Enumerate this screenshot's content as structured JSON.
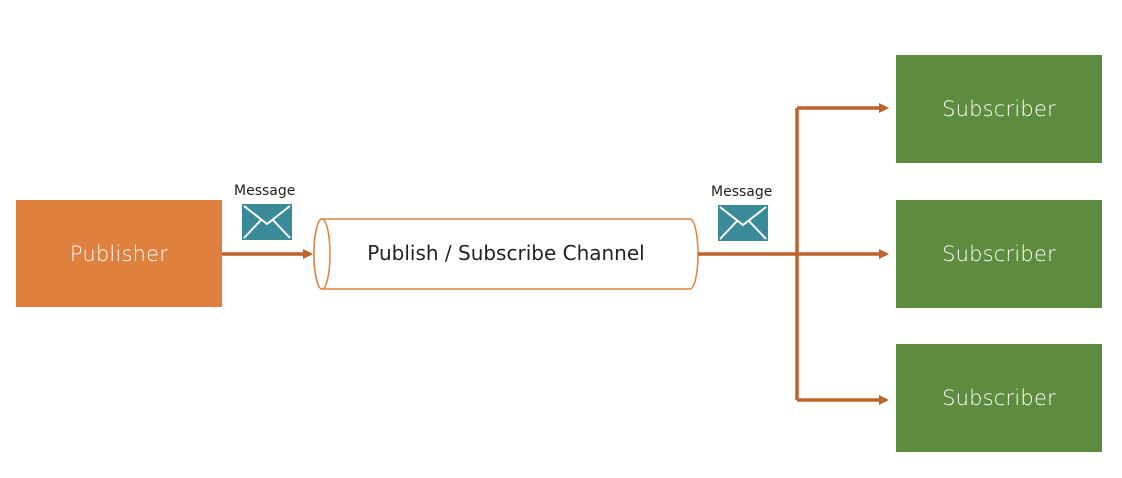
{
  "publisher": {
    "label": "Publisher"
  },
  "channel": {
    "label": "Publish / Subscribe Channel"
  },
  "messages": [
    {
      "label": "Message",
      "icon": "envelope-icon"
    },
    {
      "label": "Message",
      "icon": "envelope-icon"
    }
  ],
  "subscribers": [
    {
      "label": "Subscriber"
    },
    {
      "label": "Subscriber"
    },
    {
      "label": "Subscriber"
    }
  ],
  "colors": {
    "publisher": "#e0803e",
    "subscriber": "#5e8c3e",
    "arrow": "#c0622a",
    "envelope": "#3a8a9a",
    "channel_outline": "#e0803e"
  }
}
